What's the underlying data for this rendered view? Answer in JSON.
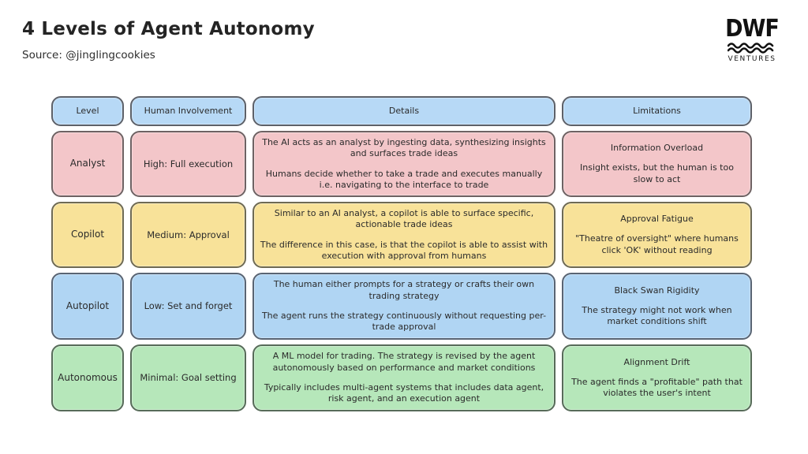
{
  "page": {
    "title": "4 Levels of Agent Autonomy",
    "source": "Source: @jinglingcookies"
  },
  "logo": {
    "brand": "DWF",
    "sub": "VENTURES"
  },
  "colors": {
    "header_fill": "#b7d9f6",
    "analyst_row_fill": "#f3c6c9",
    "copilot_row_fill": "#f8e299",
    "autopilot_row_fill": "#b0d5f3",
    "autonomous_row_fill": "#b6e7ba",
    "cell_border": "#5d6169",
    "text": "#2b2b2b"
  },
  "table": {
    "headers": {
      "level": "Level",
      "human": "Human Involvement",
      "details": "Details",
      "limitations": "Limitations"
    },
    "rows": [
      {
        "level": "Analyst",
        "human_involvement": "High: Full execution",
        "details": [
          "The AI acts as an analyst by ingesting data, synthesizing insights and surfaces trade ideas",
          "Humans decide whether to take a trade and executes manually i.e. navigating to the interface to trade"
        ],
        "limitation_title": "Information Overload",
        "limitation_detail": "Insight exists, but the human is too slow to act"
      },
      {
        "level": "Copilot",
        "human_involvement": "Medium: Approval",
        "details": [
          "Similar to an AI analyst, a copilot is able to surface specific, actionable trade ideas",
          "The difference in this case, is that the copilot is able to assist with execution with approval from humans"
        ],
        "limitation_title": "Approval Fatigue",
        "limitation_detail": "\"Theatre of oversight\" where humans click 'OK' without reading"
      },
      {
        "level": "Autopilot",
        "human_involvement": "Low: Set and forget",
        "details": [
          "The human either prompts for a strategy or crafts their own trading strategy",
          "The agent runs the strategy continuously without requesting per-trade approval"
        ],
        "limitation_title": "Black Swan Rigidity",
        "limitation_detail": "The strategy might not work when market conditions shift"
      },
      {
        "level": "Autonomous",
        "human_involvement": "Minimal: Goal setting",
        "details": [
          "A ML model for trading. The strategy is revised by the agent autonomously based on performance and market conditions",
          "Typically includes multi-agent systems that includes data agent, risk agent, and an execution agent"
        ],
        "limitation_title": "Alignment Drift",
        "limitation_detail": "The agent finds a \"profitable\" path that violates the user's intent"
      }
    ]
  }
}
